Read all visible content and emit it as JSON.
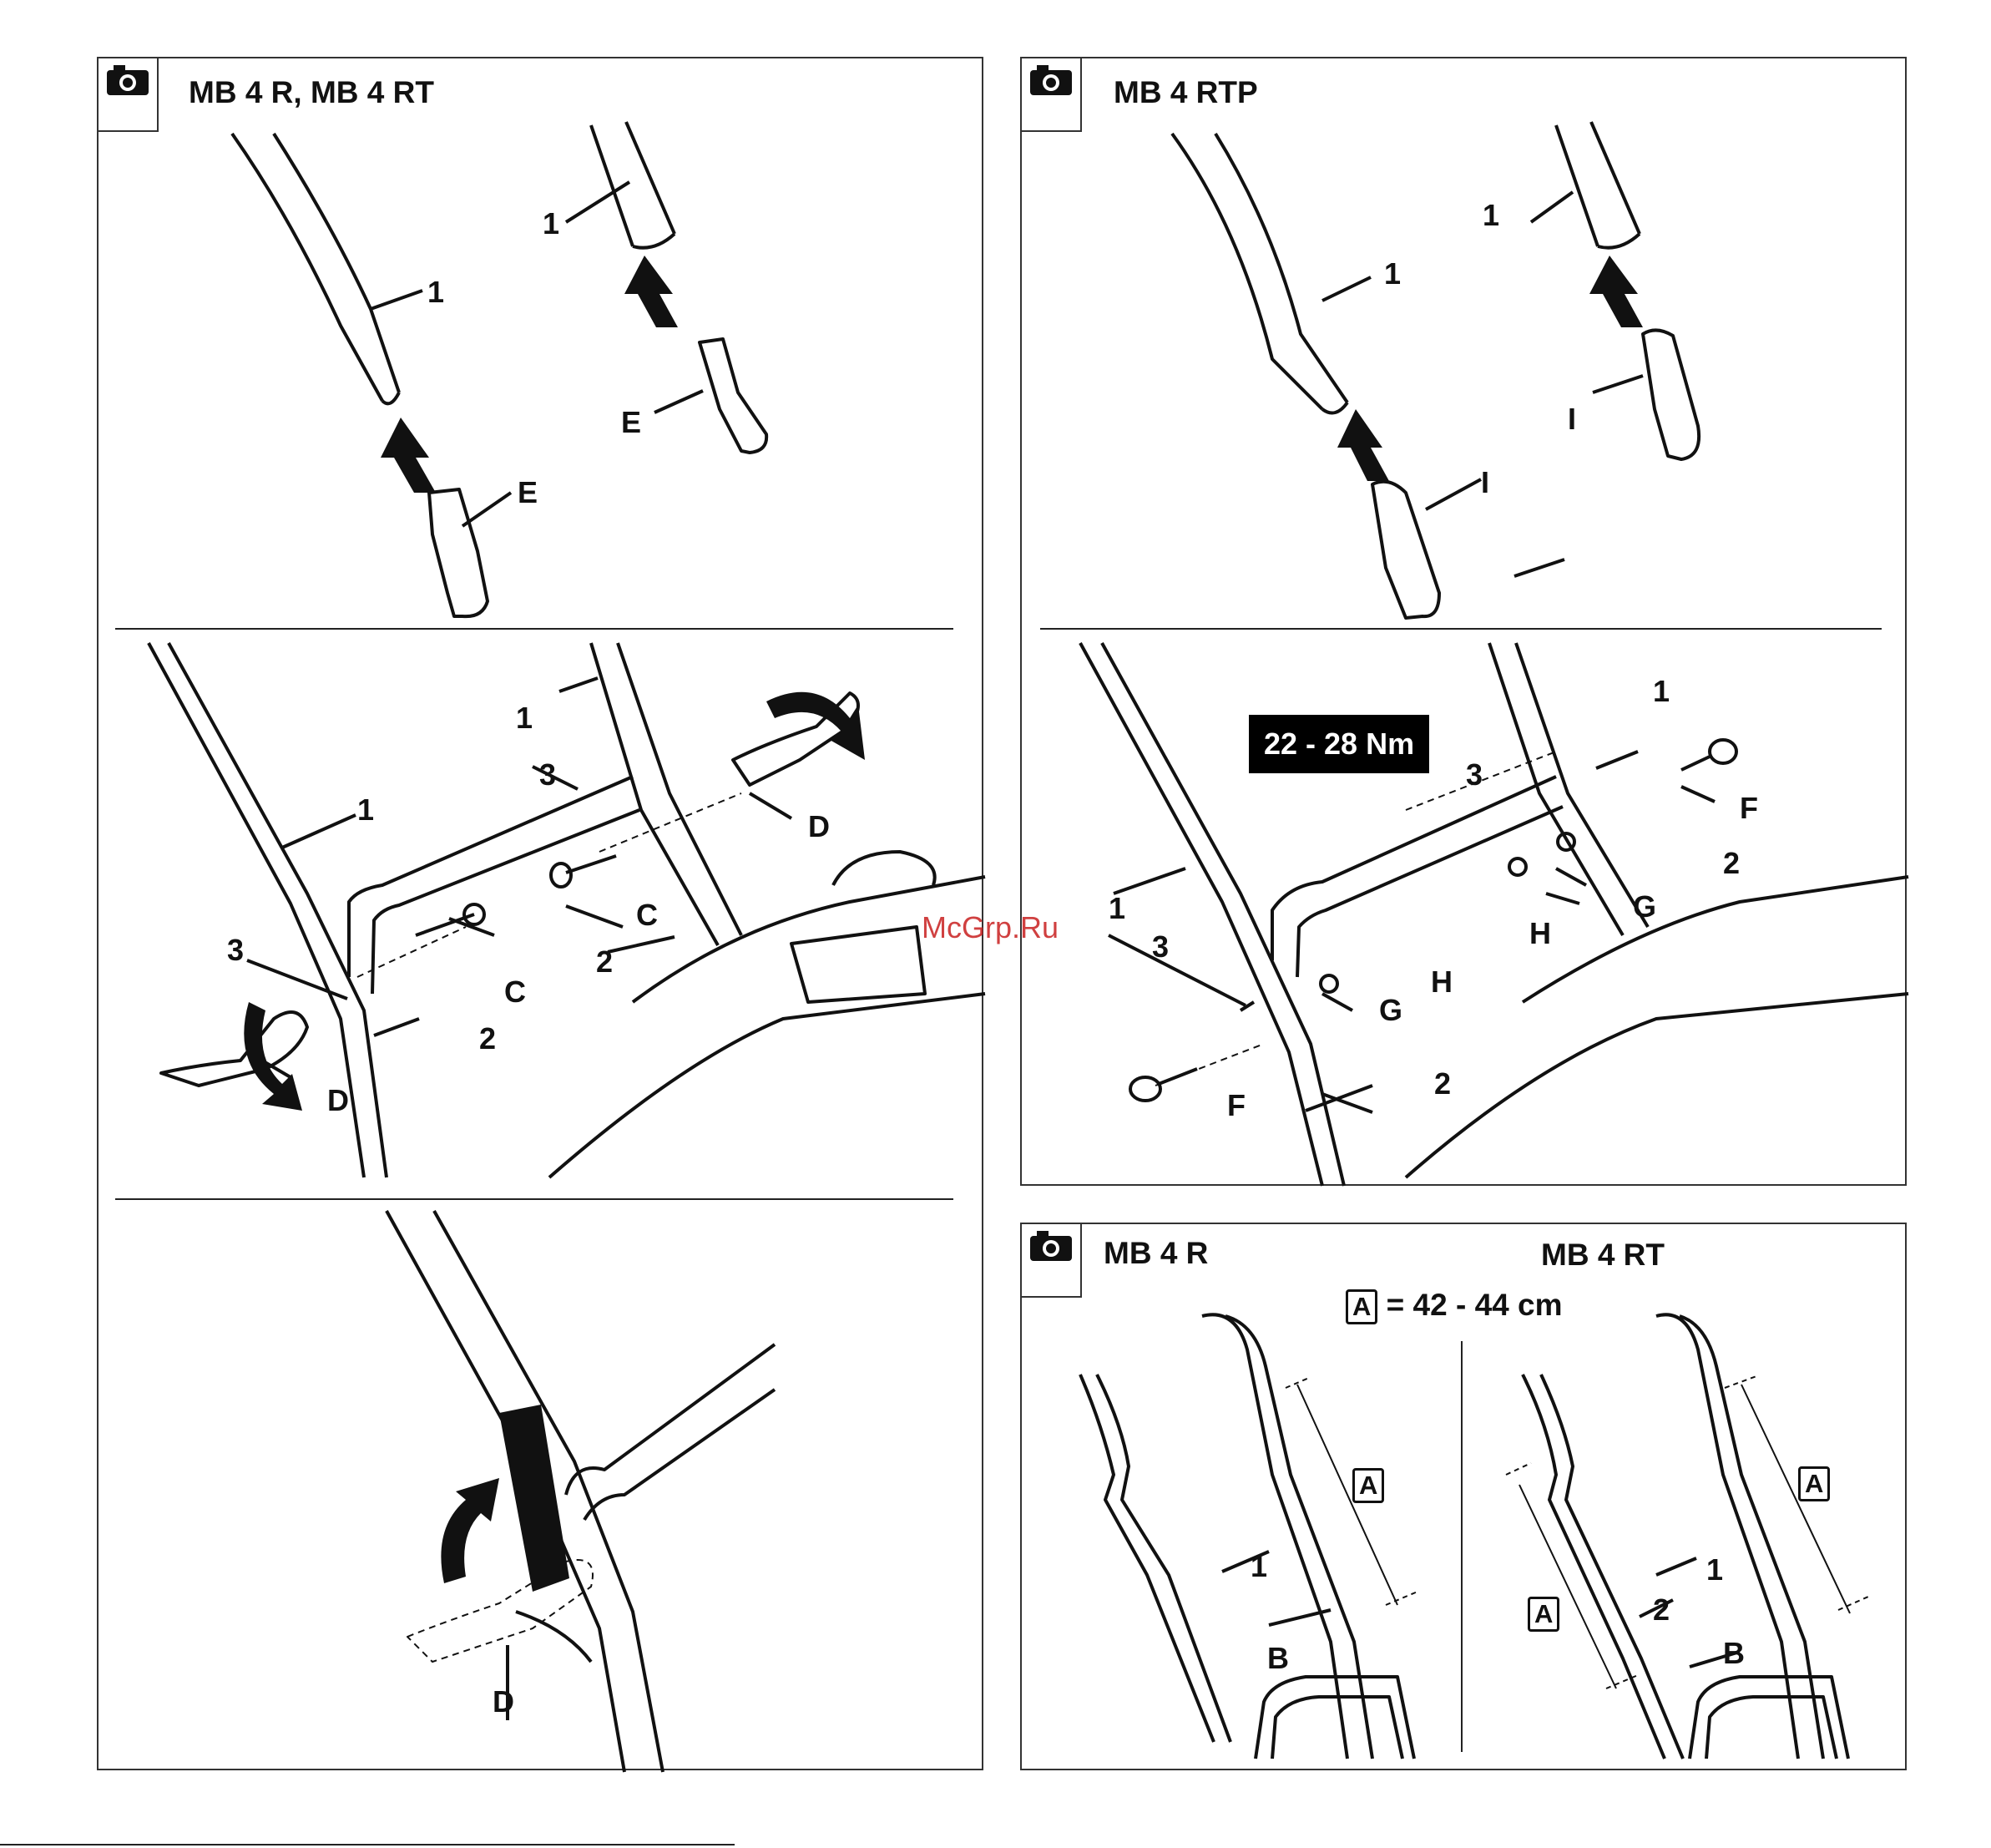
{
  "panels": {
    "left": {
      "title": "MB 4 R, MB 4 RT"
    },
    "right_top": {
      "title": "MB 4 RTP",
      "torque": "22 - 28 Nm"
    },
    "right_bottom": {
      "title_left": "MB 4 R",
      "title_right": "MB 4 RT",
      "measure_letter": "A",
      "measure_value": "= 42 - 44 cm"
    }
  },
  "labels": {
    "one": "1",
    "two": "2",
    "three": "3",
    "A": "A",
    "B": "B",
    "C": "C",
    "D": "D",
    "E": "E",
    "F": "F",
    "G": "G",
    "H": "H",
    "I": "I"
  },
  "watermark": "McGrp.Ru",
  "icons": [
    "camera-icon",
    "arrow-up-icon",
    "rotate-arrow-icon"
  ]
}
